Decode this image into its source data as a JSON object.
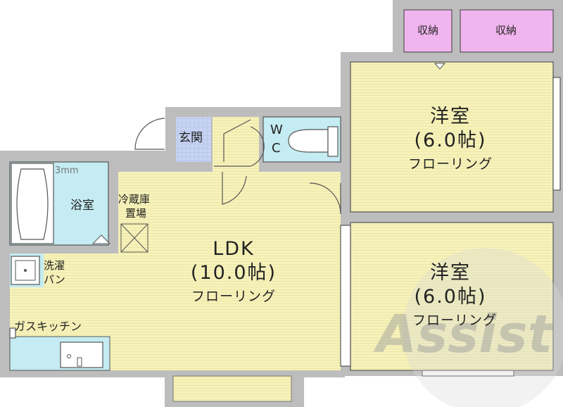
{
  "rooms": {
    "ldk": {
      "name": "LDK",
      "size": "(10.0帖)",
      "floor": "フローリング"
    },
    "western_upper": {
      "name": "洋室",
      "size": "(6.0帖)",
      "floor": "フローリング"
    },
    "western_lower": {
      "name": "洋室",
      "size": "(6.0帖)",
      "floor": "フローリング"
    },
    "bath": {
      "name": "浴室"
    },
    "entrance": {
      "name": "玄関"
    },
    "wc_w": "W",
    "wc_c": "C",
    "storage_left": "収納",
    "storage_right": "収納",
    "fridge_l1": "冷蔵庫",
    "fridge_l2": "置場",
    "washer_l1": "洗濯",
    "washer_l2": "パン",
    "kitchen": "ガスキッチン",
    "bath_fragment": "3mm"
  },
  "watermark": "Assist",
  "colors": {
    "wall": "#bdbdbd",
    "floor": "#f6f2bb",
    "wet_area": "#c4ecf2",
    "storage": "#f0b4ee",
    "entrance_tile": "#c6d3f2"
  }
}
